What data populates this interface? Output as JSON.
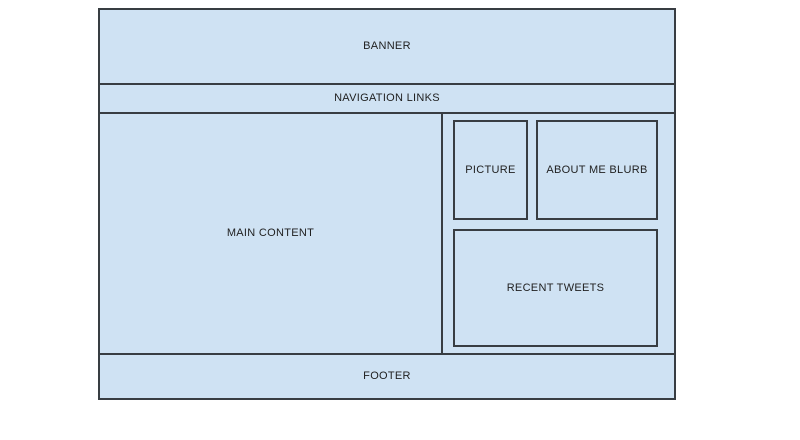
{
  "wireframe": {
    "banner": {
      "label": "BANNER"
    },
    "navigation": {
      "label": "NAVIGATION LINKS"
    },
    "main_content": {
      "label": "MAIN CONTENT"
    },
    "sidebar": {
      "picture": {
        "label": "PICTURE"
      },
      "about_me": {
        "label": "ABOUT ME BLURB"
      },
      "recent_tweets": {
        "label": "RECENT TWEETS"
      }
    },
    "footer": {
      "label": "FOOTER"
    }
  },
  "colors": {
    "box_fill": "#cfe2f3",
    "box_border": "#383d42",
    "text": "#1f1f1f",
    "page_background": "#ffffff"
  }
}
